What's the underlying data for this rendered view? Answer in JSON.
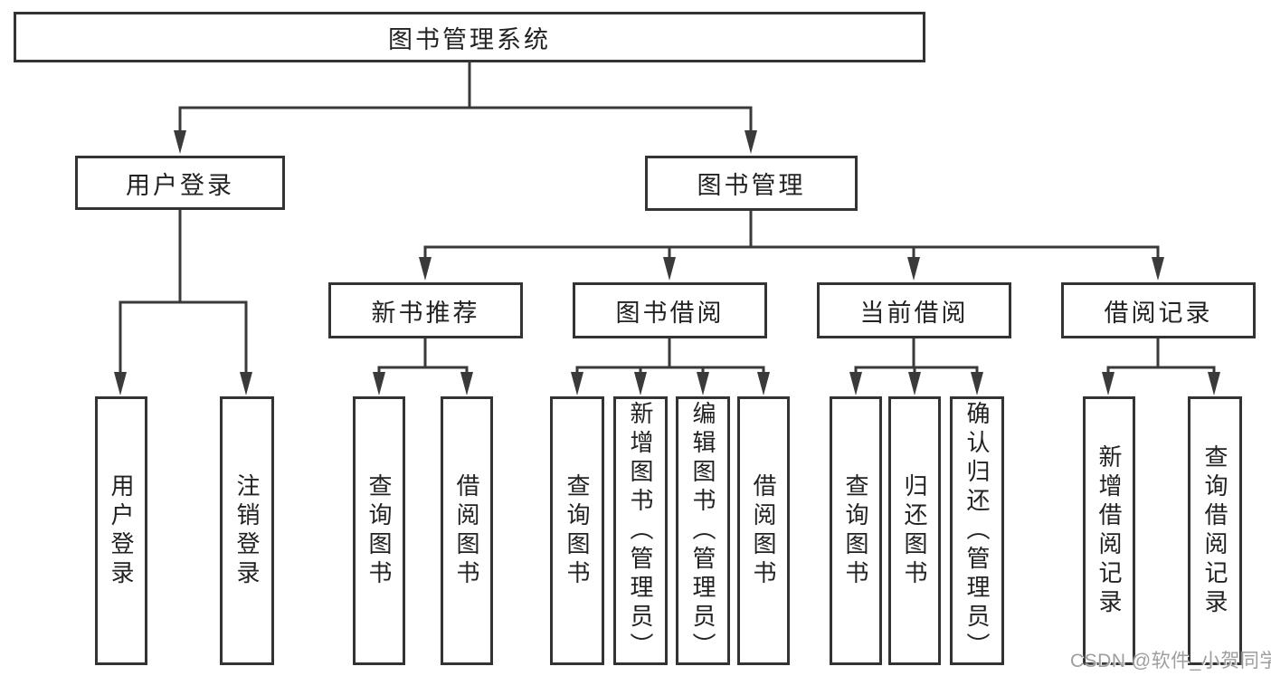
{
  "diagram": {
    "root": {
      "label": "图书管理系统"
    },
    "level2": [
      {
        "label": "用户登录",
        "children": [
          {
            "label": "用户登录"
          },
          {
            "label": "注销登录"
          }
        ]
      },
      {
        "label": "图书管理"
      }
    ],
    "level3": [
      {
        "label": "新书推荐",
        "children": [
          {
            "label": "查询图书"
          },
          {
            "label": "借阅图书"
          }
        ]
      },
      {
        "label": "图书借阅",
        "children": [
          {
            "label": "查询图书"
          },
          {
            "label": "新增图书（管理员）"
          },
          {
            "label": "编辑图书（管理员）"
          },
          {
            "label": "借阅图书"
          }
        ]
      },
      {
        "label": "当前借阅",
        "children": [
          {
            "label": "查询图书"
          },
          {
            "label": "归还图书"
          },
          {
            "label": "确认归还（管理员）"
          }
        ]
      },
      {
        "label": "借阅记录",
        "children": [
          {
            "label": "新增借阅记录"
          },
          {
            "label": "查询借阅记录"
          }
        ]
      }
    ]
  },
  "watermark": {
    "text": "CSDN @软件_小贺同学"
  },
  "colors": {
    "line": "#3a3a3a",
    "border": "#333333",
    "text": "#222222",
    "watermark": "#9e9e9e",
    "background": "#ffffff"
  }
}
